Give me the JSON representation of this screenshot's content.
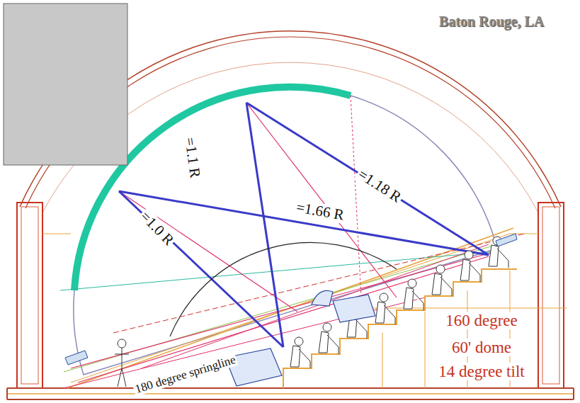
{
  "diagram": {
    "labels": [
      "Baton Rouge, LA",
      "=1.1 R",
      "=1.18 R",
      "=1.66 R",
      "=1.0 R",
      "180 degree springline",
      "160 degree",
      "60' dome",
      "14 degree tilt"
    ]
  }
}
